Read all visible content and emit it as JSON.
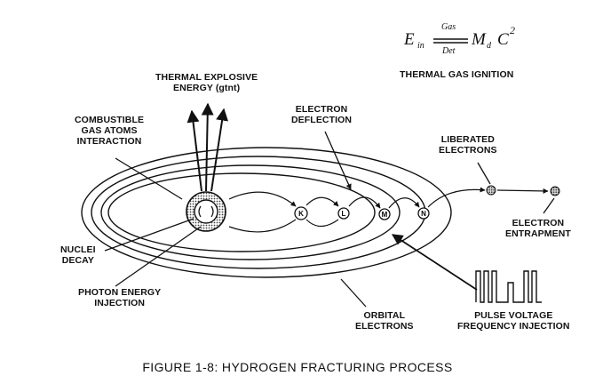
{
  "figure": {
    "caption": "FIGURE 1-8: HYDROGEN FRACTURING PROCESS"
  },
  "equation": {
    "lhs_main": "E",
    "lhs_sub": "in",
    "over_label": "Gas",
    "under_label": "Det",
    "rhs_main": "M",
    "rhs_sub": "d",
    "rhs_c": "C",
    "rhs_exp": "2",
    "caption": "THERMAL GAS IGNITION"
  },
  "labels": {
    "thermal_explosive": [
      "THERMAL EXPLOSIVE",
      "ENERGY (gtnt)"
    ],
    "combustible": [
      "COMBUSTIBLE",
      "GAS ATOMS",
      "INTERACTION"
    ],
    "electron_deflection": [
      "ELECTRON",
      "DEFLECTION"
    ],
    "liberated": [
      "LIBERATED",
      "ELECTRONS"
    ],
    "entrapment": [
      "ELECTRON",
      "ENTRAPMENT"
    ],
    "nuclei": [
      "NUCLEI",
      "DECAY"
    ],
    "photon": [
      "PHOTON ENERGY",
      "INJECTION"
    ],
    "orbital": [
      "ORBITAL",
      "ELECTRONS"
    ],
    "pulse": [
      "PULSE VOLTAGE",
      "FREQUENCY INJECTION"
    ]
  },
  "shells": [
    "K",
    "L",
    "M",
    "N"
  ],
  "colors": {
    "ink": "#111111",
    "background": "#ffffff",
    "hatch": "#555555"
  }
}
